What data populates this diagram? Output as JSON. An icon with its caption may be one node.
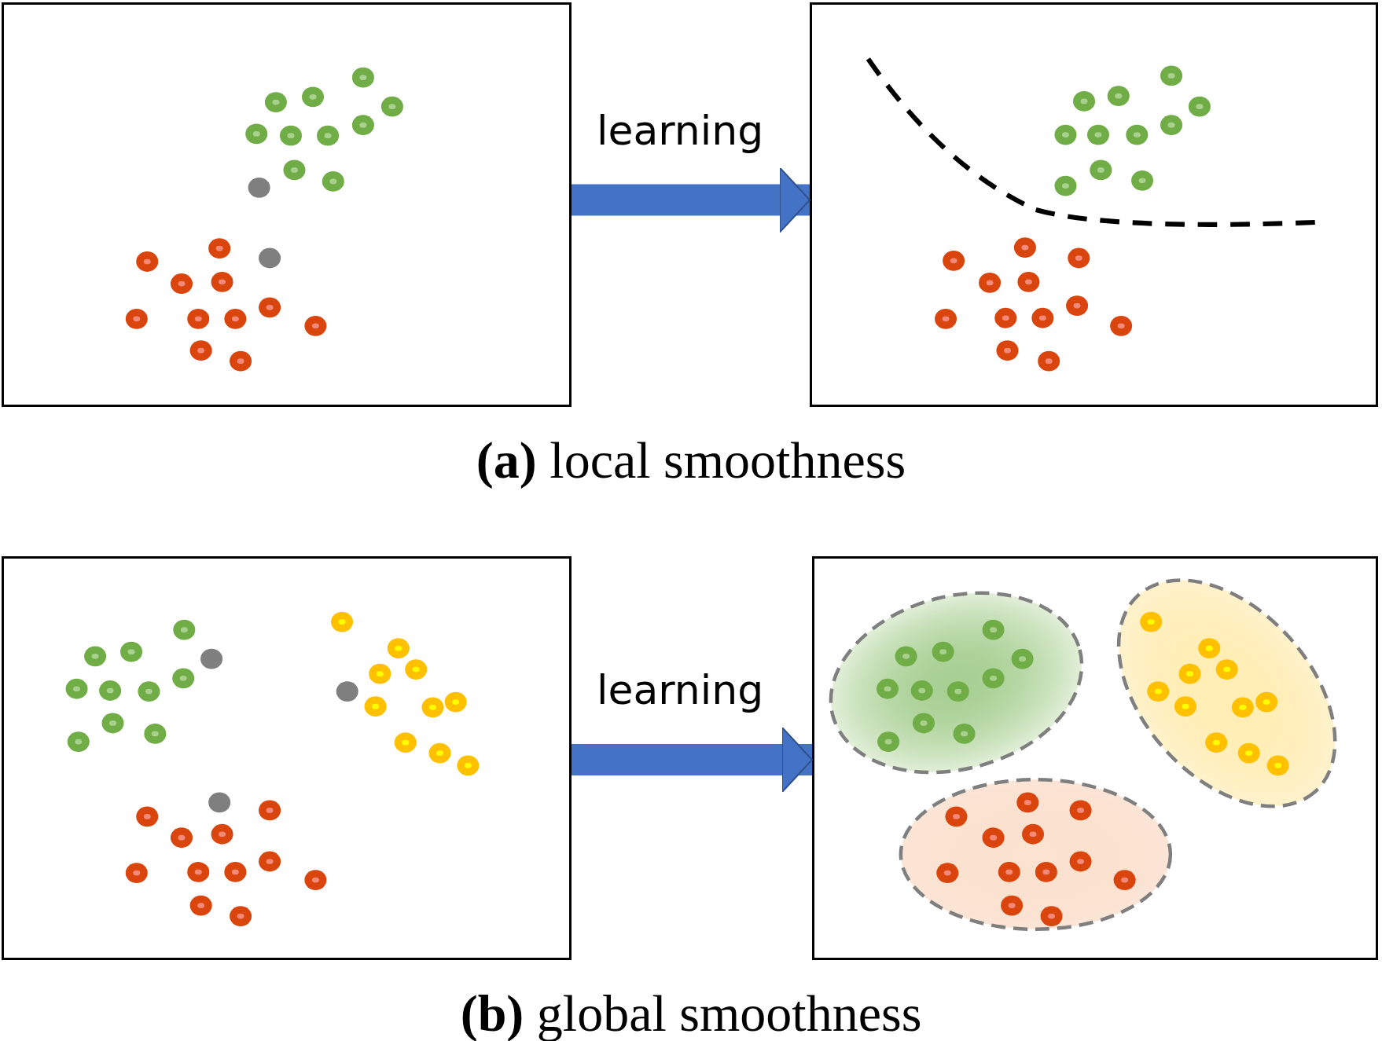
{
  "diagram": {
    "nodes": [
      {
        "text": [],
        "shape": "box"
      },
      {
        "text": [],
        "shape": "box"
      },
      {
        "text": [],
        "shape": "box"
      },
      {
        "text": [],
        "shape": "box"
      }
    ],
    "edges": [
      {
        "from": 0,
        "to": 1,
        "arrow": "to",
        "label": "learning"
      },
      {
        "from": 2,
        "to": 3,
        "arrow": "to",
        "label": "learning"
      }
    ],
    "labels": [
      "**(a)** local smoothness",
      "**(b)** global smoothness"
    ]
  }
}
